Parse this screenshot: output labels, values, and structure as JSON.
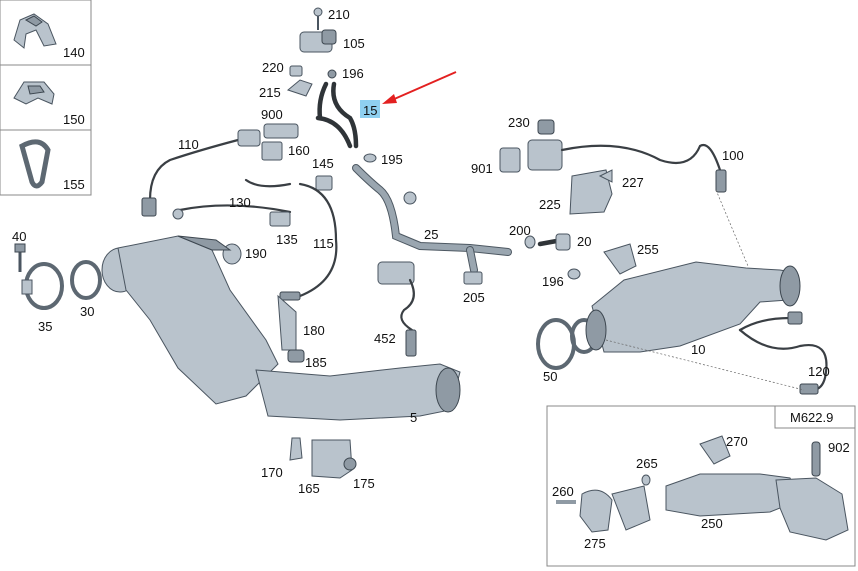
{
  "callouts": {
    "c210": "210",
    "c105": "105",
    "c220": "220",
    "c196a": "196",
    "c215": "215",
    "c15": "15",
    "c900": "900",
    "c110": "110",
    "c160": "160",
    "c145": "145",
    "c195": "195",
    "c130": "130",
    "c135": "135",
    "c115": "115",
    "c190": "190",
    "c40": "40",
    "c35": "35",
    "c30": "30",
    "c180": "180",
    "c185": "185",
    "c452": "452",
    "c5": "5",
    "c170": "170",
    "c165": "165",
    "c175": "175",
    "c25": "25",
    "c205": "205",
    "c200": "200",
    "c20": "20",
    "c196b": "196",
    "c255": "255",
    "c230": "230",
    "c901": "901",
    "c100": "100",
    "c227": "227",
    "c225": "225",
    "c50": "50",
    "c10": "10",
    "c120": "120",
    "c270": "270",
    "c265": "265",
    "c902": "902",
    "c260": "260",
    "c275": "275",
    "c250": "250"
  },
  "thumbnails": {
    "t140": "140",
    "t150": "150",
    "t155": "155"
  },
  "inset": {
    "label": "M622.9"
  },
  "colors": {
    "highlight": "#8fd0f0",
    "arrow": "#e32020",
    "part_fill": "#b9c3cc"
  }
}
